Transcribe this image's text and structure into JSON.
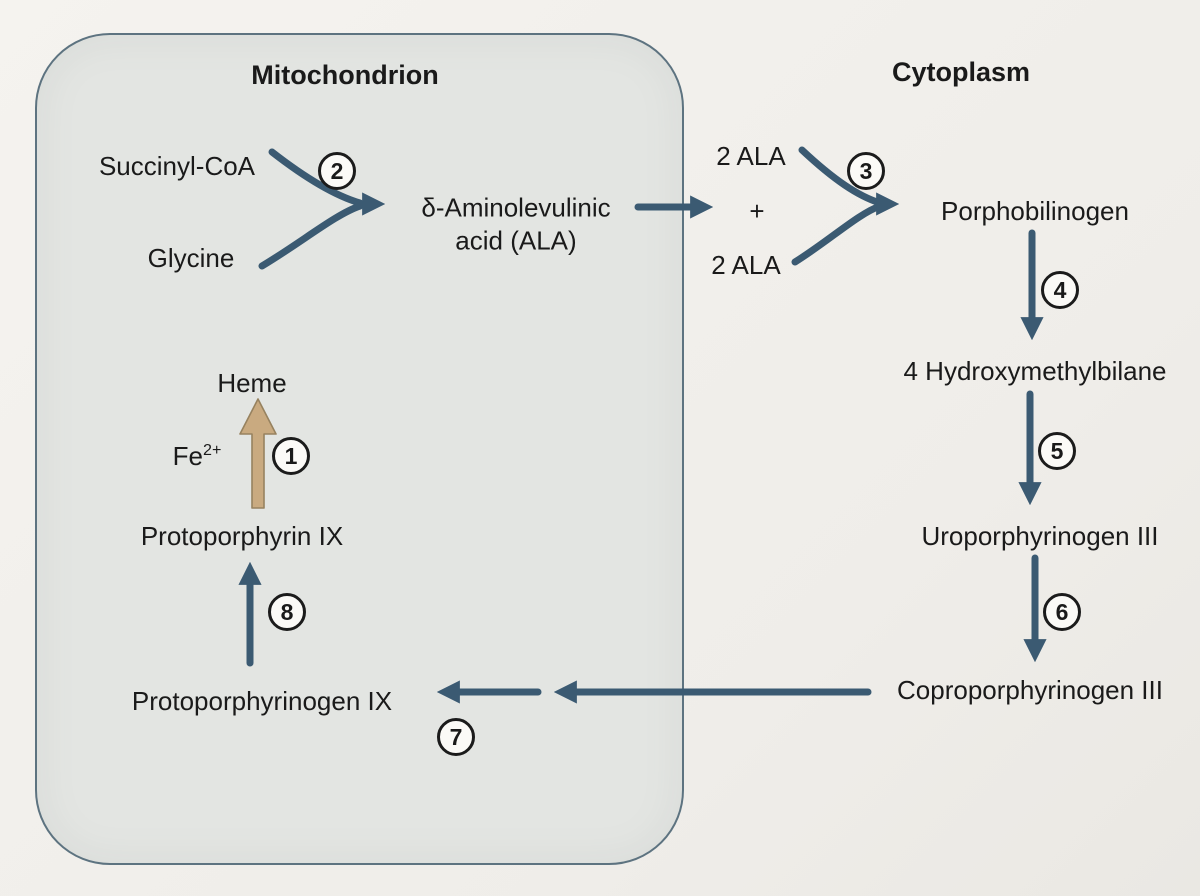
{
  "colors": {
    "background": "#f5f3ef",
    "mitochondrion_fill": "#e3e5e2",
    "mitochondrion_border": "#5d7380",
    "arrow": "#3b5a72",
    "heme_arrow_fill": "#c9aa80",
    "heme_arrow_border": "#97825f",
    "text": "#1a1a1a",
    "step_circle_bg": "#fbfaf7",
    "step_circle_border": "#1b1b1b"
  },
  "regions": {
    "mitochondrion_label": "Mitochondrion",
    "cytoplasm_label": "Cytoplasm"
  },
  "nodes": {
    "succinyl_coa": "Succinyl-CoA",
    "glycine": "Glycine",
    "ala_line1": "δ-Aminolevulinic",
    "ala_line2": "acid (ALA)",
    "ala_x2_top": "2 ALA",
    "plus_sign": "+",
    "ala_x2_bottom": "2 ALA",
    "porphobilinogen": "Porphobilinogen",
    "hydroxymethylbilane": "4 Hydroxymethylbilane",
    "uroporphyrinogen_iii": "Uroporphyrinogen III",
    "coproporphyrinogen_iii": "Coproporphyrinogen III",
    "protoporphyrinogen_ix": "Protoporphyrinogen IX",
    "protoporphyrin_ix": "Protoporphyrin IX",
    "heme": "Heme",
    "fe_symbol": "Fe",
    "fe_charge": "2+"
  },
  "steps": [
    "1",
    "2",
    "3",
    "4",
    "5",
    "6",
    "7",
    "8"
  ]
}
